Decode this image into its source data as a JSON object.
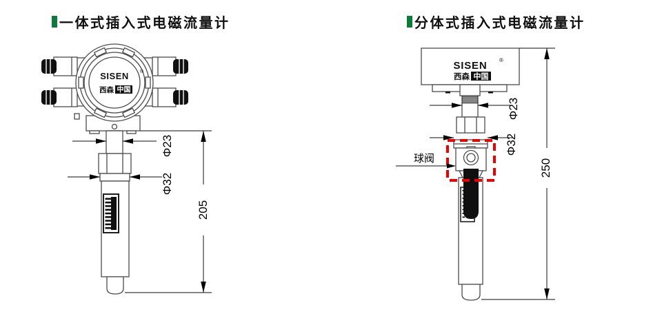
{
  "colors": {
    "background": "#ffffff",
    "line": "#4a4a4a",
    "bullet_green": "#0a7c38",
    "highlight_red": "#ee0000",
    "ink_black": "#101010"
  },
  "brand": {
    "name": "SISEN",
    "registered": "®",
    "cn_plain": "西森",
    "cn_boxed": "中国"
  },
  "left_section": {
    "title": "一体式插入式电磁流量计",
    "dim_neck": "Φ23",
    "dim_tube": "Φ32",
    "dim_length": "205"
  },
  "right_section": {
    "title": "分体式插入式电磁流量计",
    "dim_neck": "Φ23",
    "dim_tube": "Φ32",
    "dim_length": "250",
    "callout_ball_valve": "球阀"
  }
}
